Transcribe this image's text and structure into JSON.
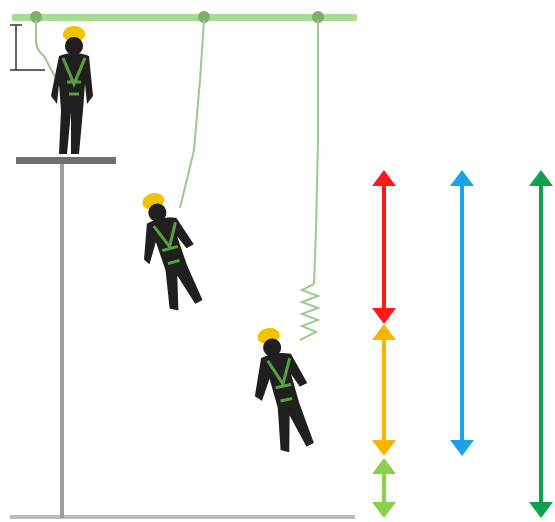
{
  "figure": {
    "description_free": true,
    "colors": {
      "anchor_line": "#a6dc8f",
      "anchor_point": "#7fb069",
      "lanyard": "#9bc98a",
      "platform": "#6f6f6f",
      "ground": "#bdbdbd",
      "pole": "#9e9e9e",
      "worker_body": "#1f1f1f",
      "harness": "#5a9f3e",
      "helmet": "#f2c400",
      "arrow_free_fall": "#ff1a1a",
      "arrow_deceleration": "#ffb300",
      "arrow_total_fall": "#1aa3e8",
      "arrow_clearance": "#8bcf4a",
      "arrow_required_clearance": "#12a14b",
      "measure_bracket": "#333333"
    },
    "workers": [
      {
        "state": "standing",
        "icon": "worker-standing-icon"
      },
      {
        "state": "falling",
        "icon": "worker-falling-icon"
      },
      {
        "state": "arrested",
        "icon": "worker-arrested-icon"
      }
    ],
    "arrows": [
      {
        "name": "red-arrow",
        "icon": "double-arrow-icon"
      },
      {
        "name": "orange-arrow",
        "icon": "double-arrow-icon"
      },
      {
        "name": "light-green-arrow",
        "icon": "double-arrow-icon"
      },
      {
        "name": "blue-arrow",
        "icon": "double-arrow-icon"
      },
      {
        "name": "green-arrow",
        "icon": "double-arrow-icon"
      }
    ]
  }
}
